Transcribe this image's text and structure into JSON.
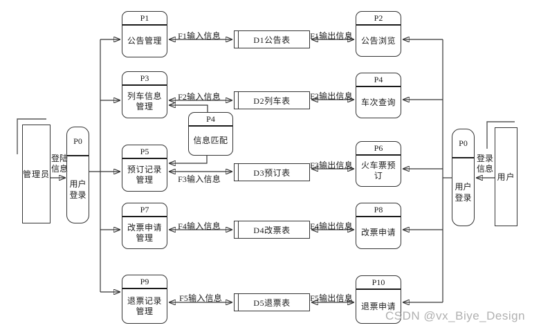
{
  "watermark": "CSDN @vx_Biye_Design",
  "colors": {
    "line": "#333333",
    "text": "#1a1a1a",
    "watermark": "#b0b0b0",
    "background": "#ffffff"
  },
  "entities": {
    "admin": {
      "label": "管理员"
    },
    "user": {
      "label": "用户"
    }
  },
  "admin_flow": {
    "line1": "登陆",
    "line2": "信息"
  },
  "user_flow": {
    "line1": "登录",
    "line2": "信息"
  },
  "login_left": {
    "id": "P0",
    "line1": "用户",
    "line2": "登录"
  },
  "login_right": {
    "id": "P0",
    "line1": "用户",
    "line2": "登录"
  },
  "matcher": {
    "id": "P4",
    "label": "信息匹配"
  },
  "rows": [
    {
      "left": {
        "id": "P1",
        "label": "公告管理"
      },
      "store": {
        "label": "D1公告表"
      },
      "right": {
        "id": "P2",
        "label": "公告浏览"
      },
      "flow_in": "F1输入信息",
      "flow_out": "F1输出信息"
    },
    {
      "left": {
        "id": "P3",
        "label": "列车信息管理"
      },
      "store": {
        "label": "D2列车表"
      },
      "right": {
        "id": "P4",
        "label": "车次查询"
      },
      "flow_in": "F2输入信息",
      "flow_out": "F2输出信息"
    },
    {
      "left": {
        "id": "P5",
        "label": "预订记录管理"
      },
      "store": {
        "label": "D3预订表"
      },
      "right": {
        "id": "P6",
        "label": "火车票预订"
      },
      "flow_in": "F3输入信息",
      "flow_out": "F3输出信息"
    },
    {
      "left": {
        "id": "P7",
        "label": "改票申请管理"
      },
      "store": {
        "label": "D4改票表"
      },
      "right": {
        "id": "P8",
        "label": "改票申请"
      },
      "flow_in": "F4输入信息",
      "flow_out": "F4输出信息"
    },
    {
      "left": {
        "id": "P9",
        "label": "退票记录管理"
      },
      "store": {
        "label": "D5退票表"
      },
      "right": {
        "id": "P10",
        "label": "退票申请"
      },
      "flow_in": "F5输入信息",
      "flow_out": "F5输出信息"
    }
  ]
}
